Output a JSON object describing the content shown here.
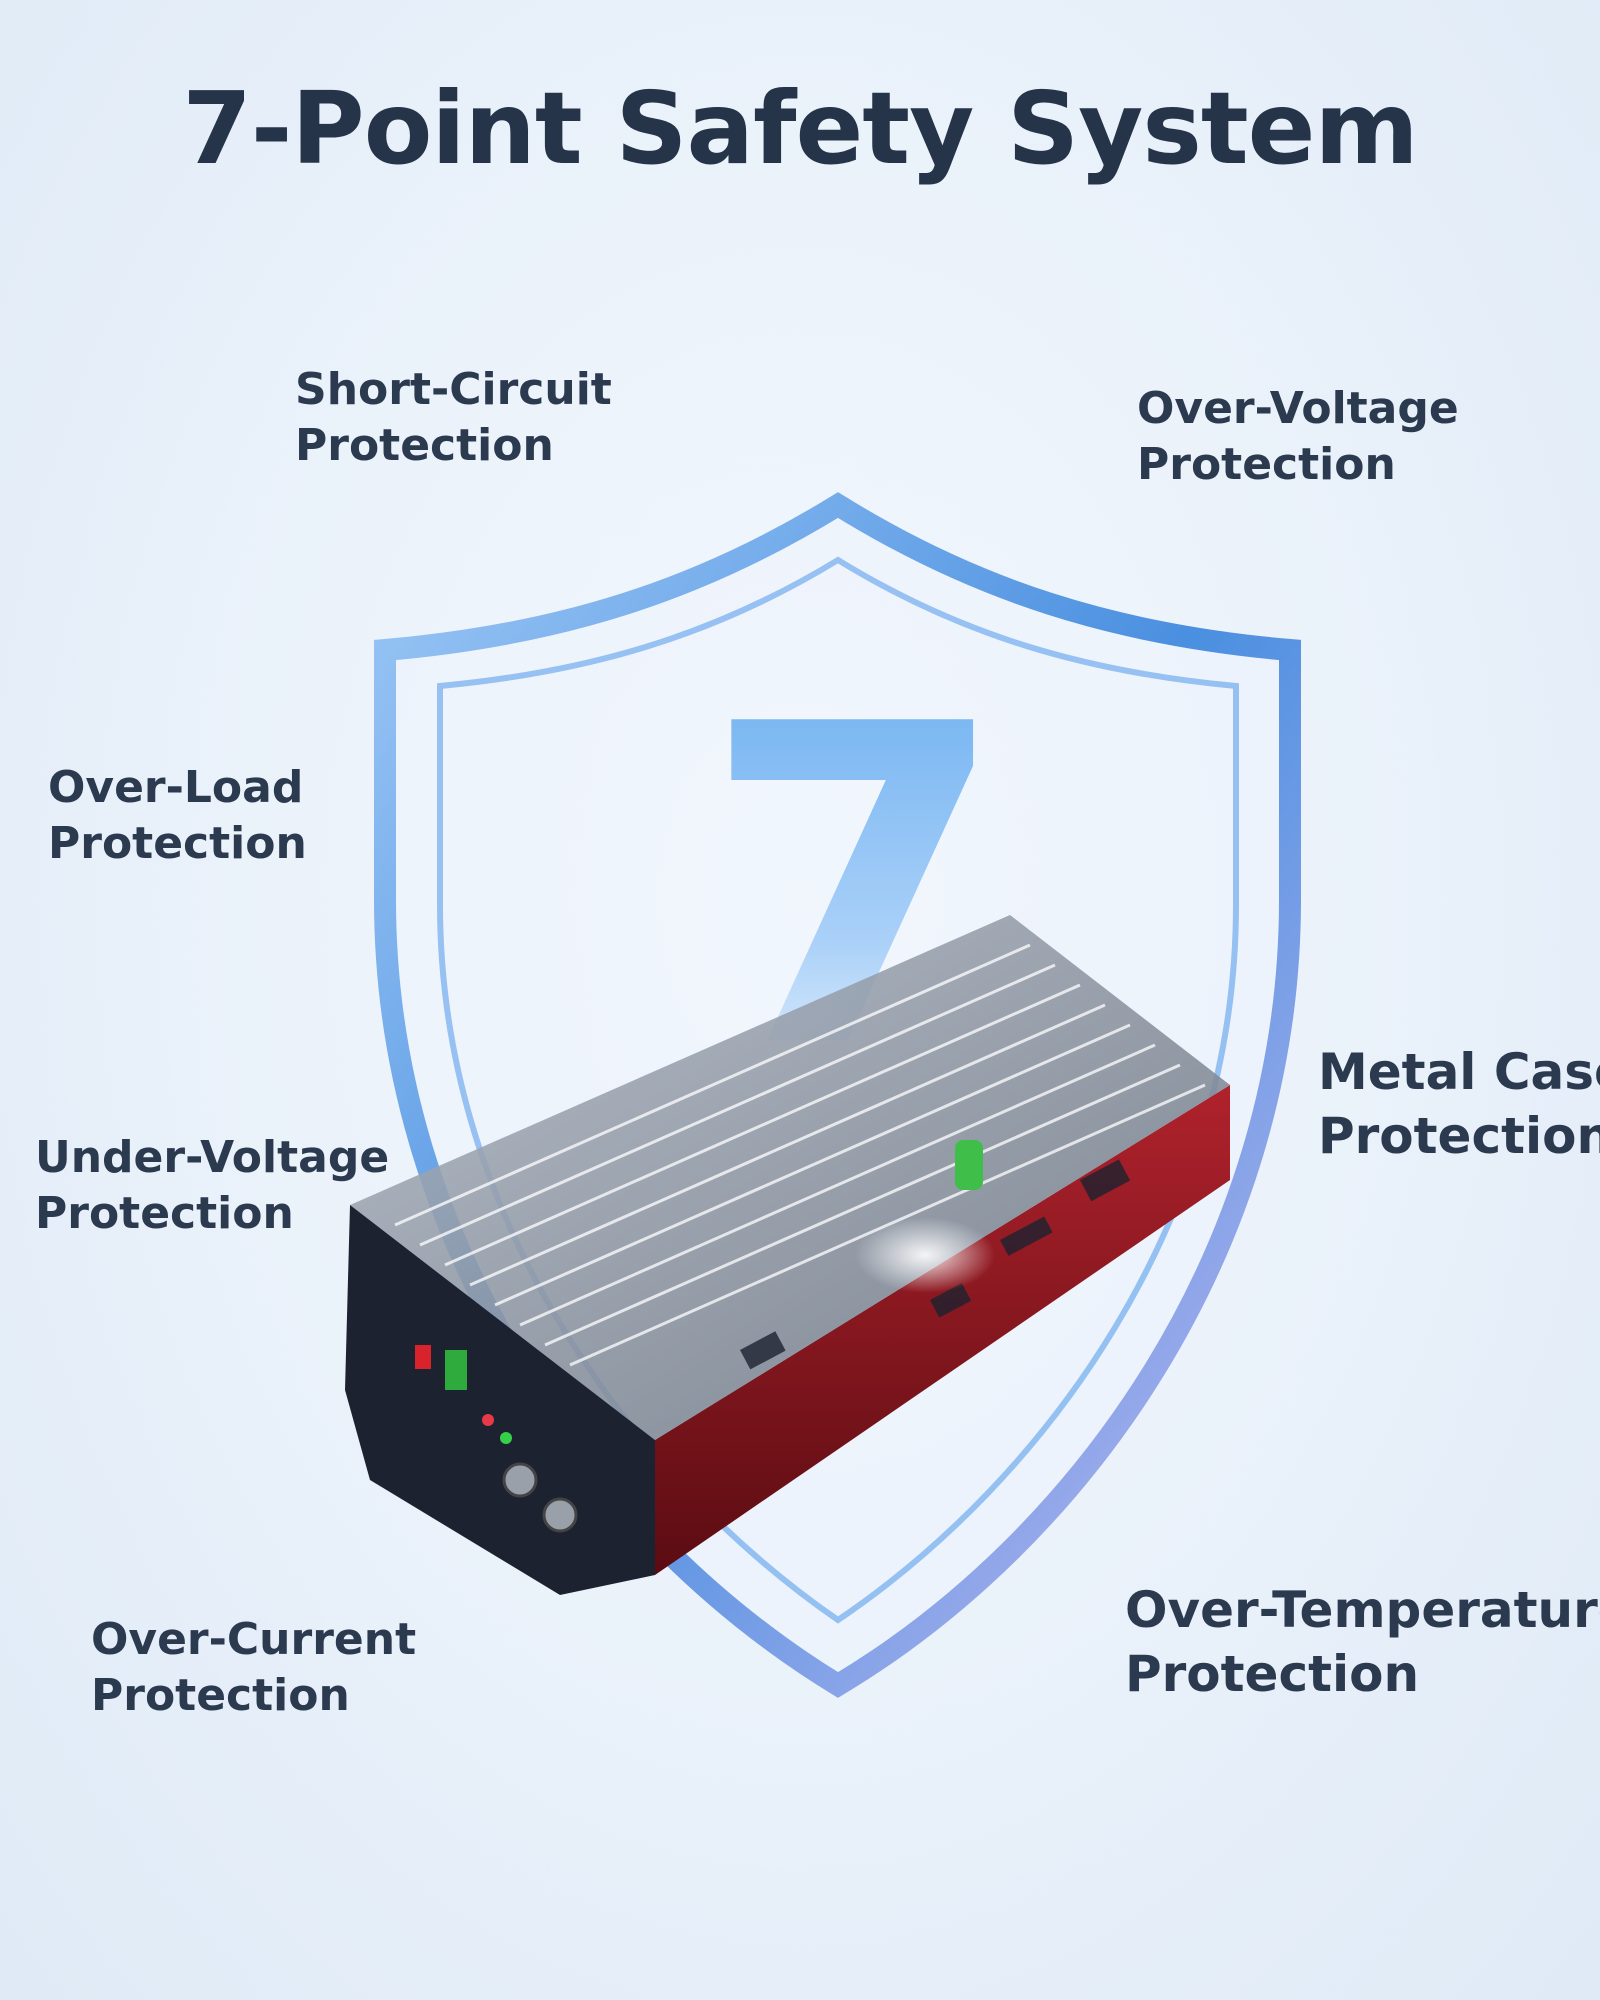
{
  "title": "7-Point Safety System",
  "shield_numeral": "7",
  "features": {
    "short_circuit": {
      "line1": "Short-Circuit",
      "line2": "Protection"
    },
    "over_voltage": {
      "line1": "Over-Voltage",
      "line2": "Protection"
    },
    "over_load": {
      "line1": "Over-Load",
      "line2": "Protection"
    },
    "metal_case": {
      "line1": "Metal Case",
      "line2": "Protection"
    },
    "under_voltage": {
      "line1": "Under-Voltage",
      "line2": "Protection"
    },
    "over_temperature": {
      "line1": "Over-Temperature",
      "line2": "Protection"
    },
    "over_current": {
      "line1": "Over-Current",
      "line2": "Protection"
    }
  },
  "colors": {
    "title": "#26344a",
    "label": "#2c3a50",
    "shield_blue": "#4a8fe0",
    "case_red": "#8a1a22",
    "case_dark": "#1d2230"
  }
}
